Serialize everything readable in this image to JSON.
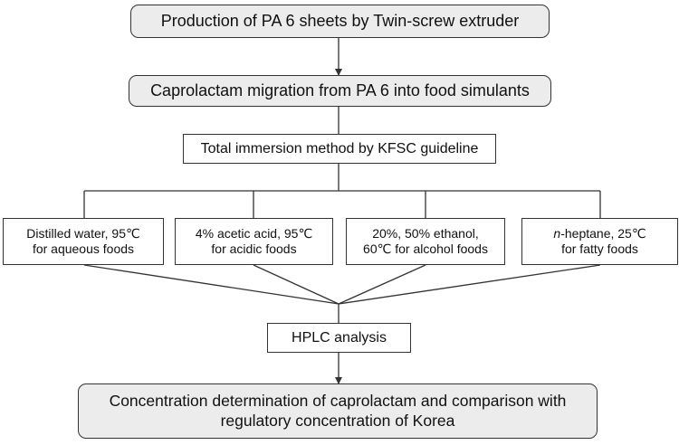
{
  "diagram": {
    "step1": "Production of PA 6 sheets by Twin-screw extruder",
    "step2": "Caprolactam migration from PA 6 into food simulants",
    "step3": "Total immersion method by KFSC guideline",
    "simulants": [
      {
        "line1": "Distilled water, 95℃",
        "line2": "for aqueous foods"
      },
      {
        "line1": "4% acetic acid, 95℃",
        "line2": "for acidic foods"
      },
      {
        "line1": "20%, 50% ethanol,",
        "line2": "60℃ for alcohol foods"
      },
      {
        "line1_italic": "n",
        "line1": "-heptane, 25℃",
        "line2": "for fatty foods"
      }
    ],
    "step5": "HPLC analysis",
    "step6_line1": "Concentration determination of caprolactam and comparison with",
    "step6_line2": "regulatory concentration of Korea"
  },
  "colors": {
    "line": "#333333",
    "rounded_fill": "#ececec"
  }
}
